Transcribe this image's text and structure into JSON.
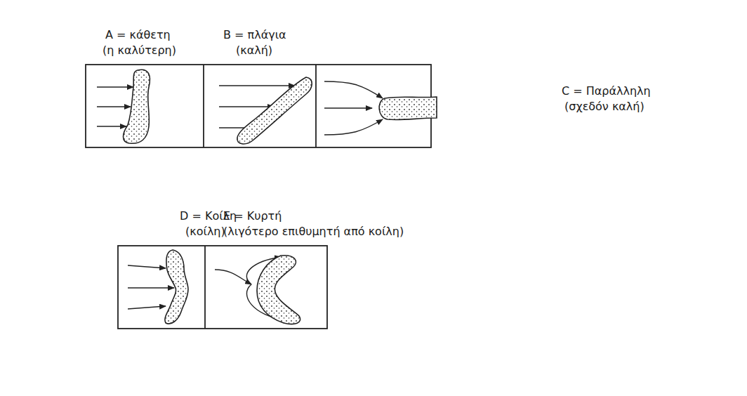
{
  "diagram": {
    "labels": [
      "A = κάθετη",
      "(η καλύτερη)",
      "B = πλάγια",
      "(καλή)",
      "C = Παράλληλη",
      "(σχεδόν καλή)",
      "D = Κοίλη",
      "(κοίλη)",
      "E = Κυρτή",
      "(λιγότερο επιθυμητή από κοίλη)"
    ]
  }
}
